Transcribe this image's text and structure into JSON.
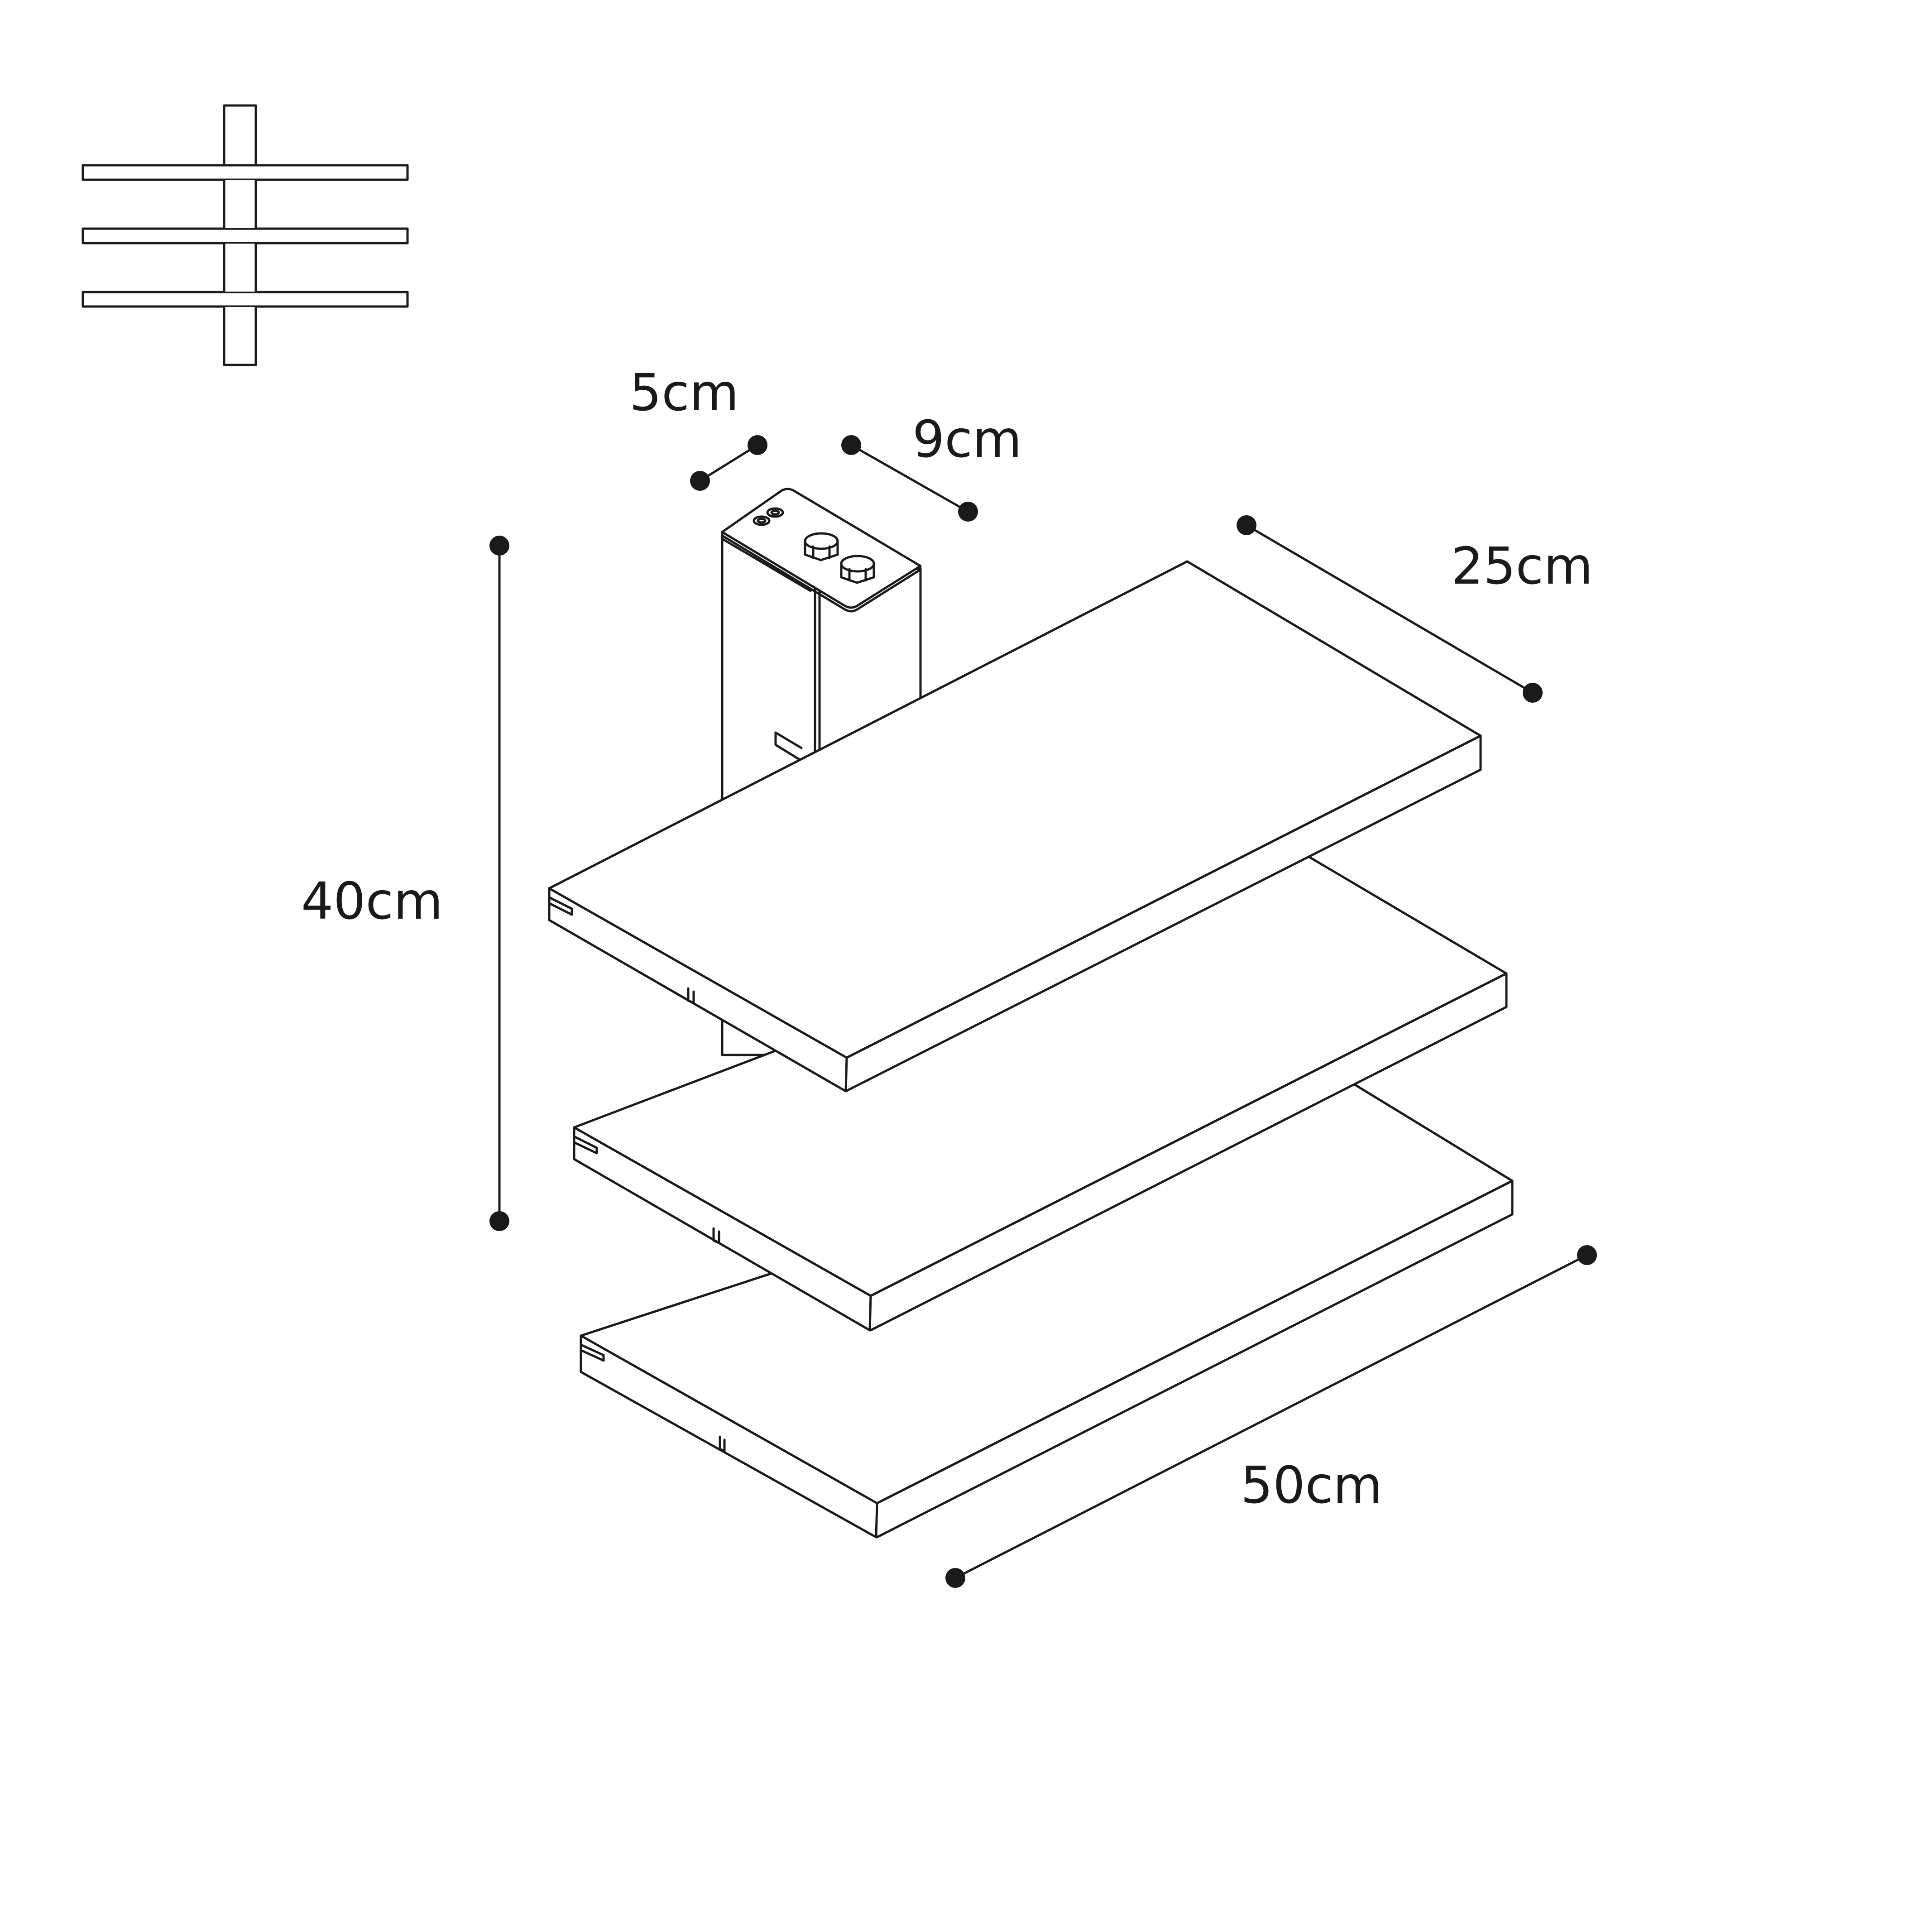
{
  "dimensions": {
    "post_width": "5cm",
    "post_depth": "9cm",
    "shelf_depth": "25cm",
    "total_height": "40cm",
    "shelf_length": "50cm"
  },
  "icons": {
    "front_view": "shelf-front-view-icon"
  }
}
